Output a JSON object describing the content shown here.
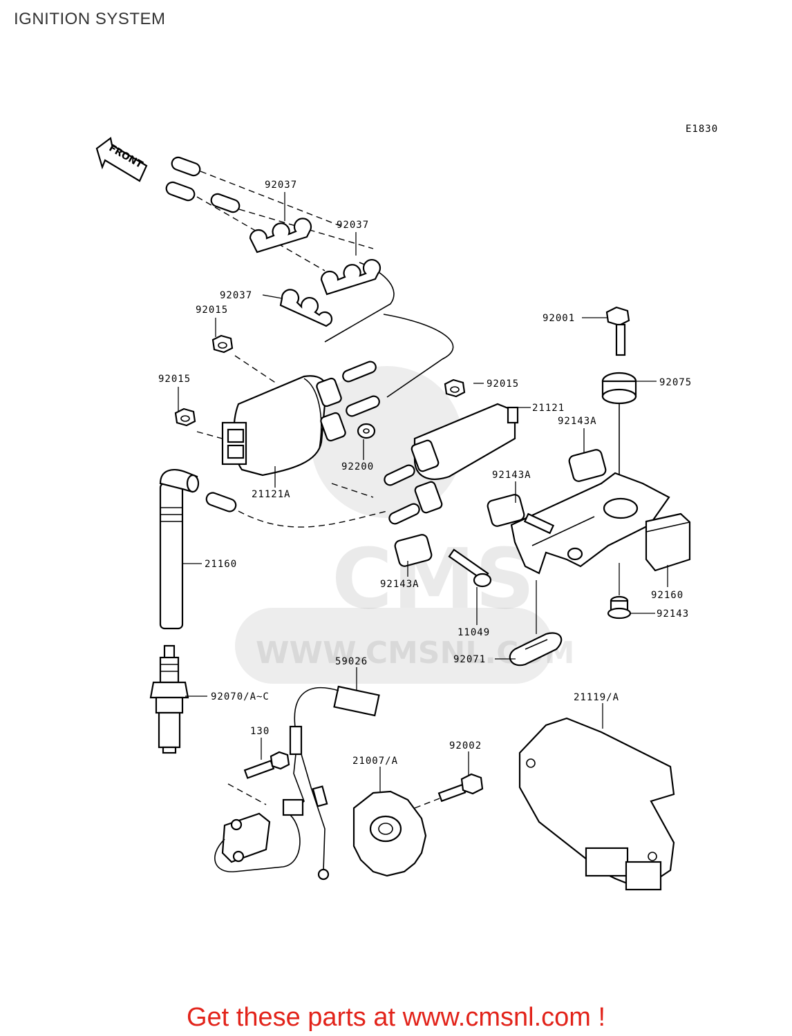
{
  "title": "IGNITION SYSTEM",
  "diagram_code": "E1830",
  "front_label": "FRONT",
  "watermark": {
    "logo": "CMS",
    "url": "WWW.CMSNL.COM"
  },
  "labels": {
    "p92037a": "92037",
    "p92037b": "92037",
    "p92037c": "92037",
    "p92015a": "92015",
    "p92015b": "92015",
    "p92015c": "92015",
    "p92001": "92001",
    "p92075": "92075",
    "p21121": "21121",
    "p92143a1": "92143A",
    "p92143a2": "92143A",
    "p92143a3": "92143A",
    "p92200": "92200",
    "p21121a": "21121A",
    "p21160": "21160",
    "p92160": "92160",
    "p92143": "92143",
    "p11049": "11049",
    "p92071": "92071",
    "p59026": "59026",
    "p92070": "92070/A~C",
    "p21119": "21119/A",
    "p130": "130",
    "p92002": "92002",
    "p21007": "21007/A"
  },
  "footer": "Get these parts at www.cmsnl.com !"
}
